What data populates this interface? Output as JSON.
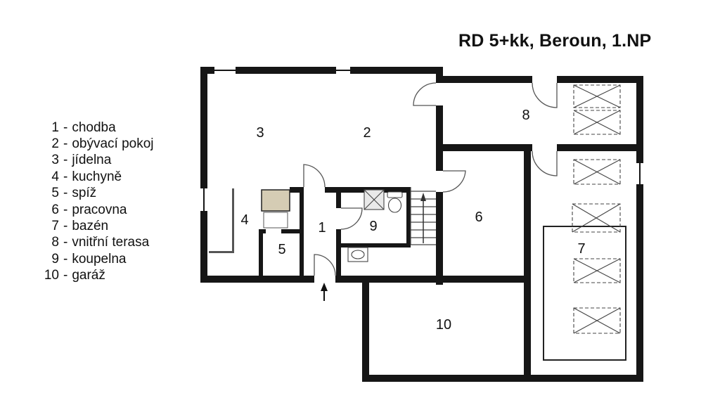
{
  "title": "RD 5+kk, Beroun, 1.NP",
  "legend": {
    "separator": "-",
    "items": [
      {
        "num": "1",
        "label": "chodba"
      },
      {
        "num": "2",
        "label": "obývací pokoj"
      },
      {
        "num": "3",
        "label": "jídelna"
      },
      {
        "num": "4",
        "label": "kuchyně"
      },
      {
        "num": "5",
        "label": "spíž"
      },
      {
        "num": "6",
        "label": "pracovna"
      },
      {
        "num": "7",
        "label": "bazén"
      },
      {
        "num": "8",
        "label": "vnitřní terasa"
      },
      {
        "num": "9",
        "label": "koupelna"
      },
      {
        "num": "10",
        "label": "garáž"
      }
    ]
  },
  "plan": {
    "numbers": [
      "1",
      "2",
      "3",
      "4",
      "5",
      "6",
      "7",
      "8",
      "9",
      "10"
    ]
  },
  "colors": {
    "wall": "#161616",
    "counter": "#d5ccb4",
    "fixture": "#e9e9e9"
  }
}
